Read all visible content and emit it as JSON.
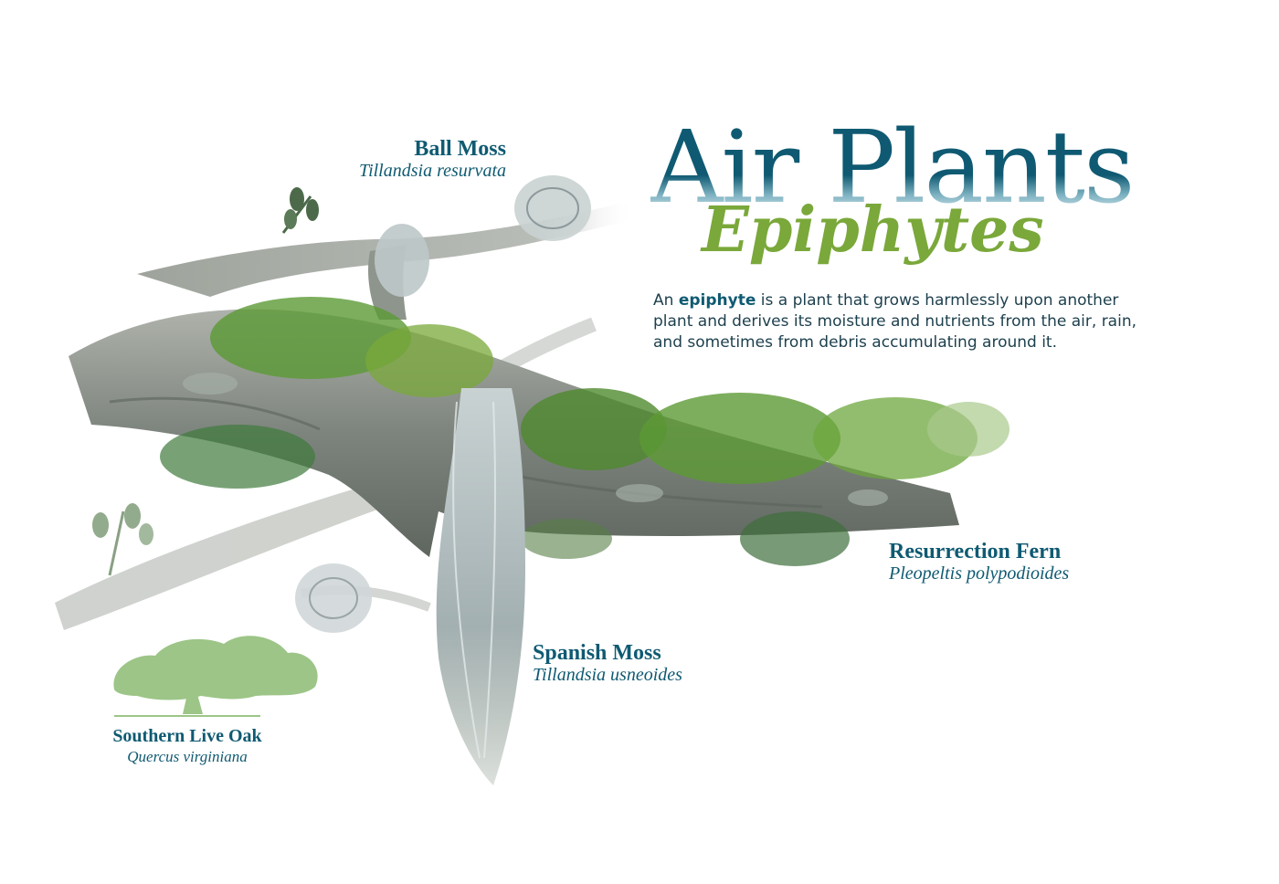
{
  "title": "Air Plants",
  "subtitle": "Epiphytes",
  "description": {
    "lead": "An ",
    "term": "epiphyte",
    "rest": " is a plant that grows harmlessly upon another plant and derives its moisture and nutrients from the air, rain, and sometimes from debris accumulating around it."
  },
  "labels": {
    "ball_moss": {
      "common": "Ball Moss",
      "scientific": "Tillandsia resurvata"
    },
    "resurrection_fern": {
      "common": "Resurrection Fern",
      "scientific": "Pleopeltis polypodioides"
    },
    "spanish_moss": {
      "common": "Spanish Moss",
      "scientific": "Tillandsia usneoides"
    },
    "live_oak": {
      "common": "Southern Live Oak",
      "scientific": "Quercus virginiana"
    }
  },
  "colors": {
    "title": "#0f5a72",
    "subtitle": "#7aa83a",
    "bark": "#8a8f88",
    "fern": "#4f8a2e",
    "moss": "#b9c4c6",
    "oak_icon": "#9cc587"
  }
}
